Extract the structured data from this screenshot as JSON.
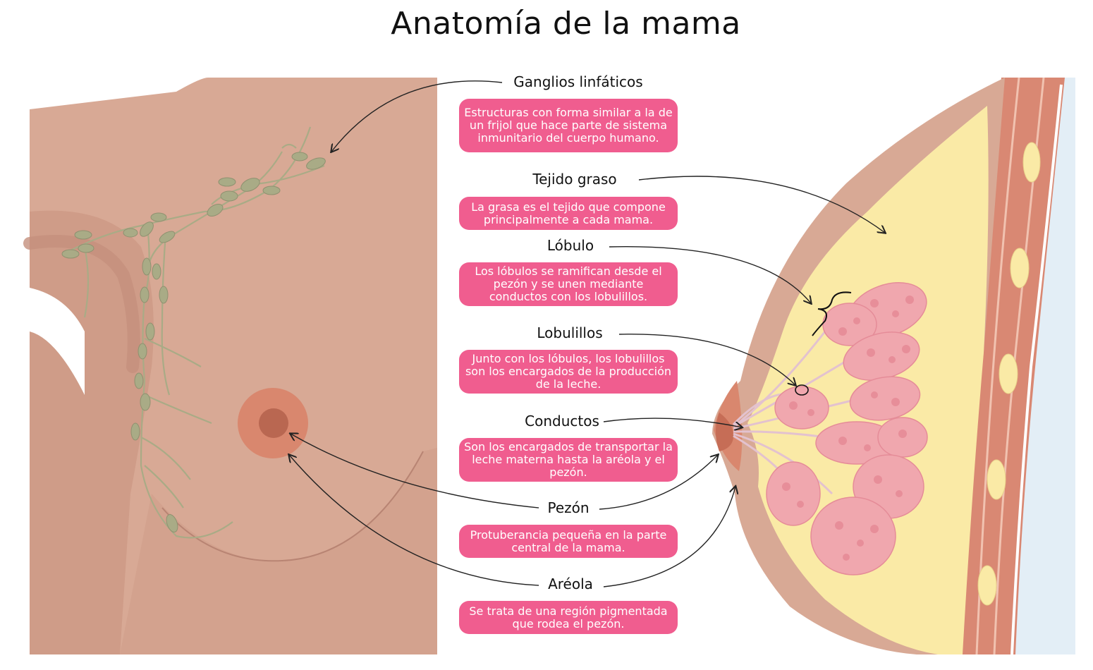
{
  "title": "Anatomía de la mama",
  "labels": [
    {
      "name": "Ganglios linfáticos",
      "desc": "Estructuras con forma similar a la de un frijol que hace parte de sistema inmunitario del cuerpo humano."
    },
    {
      "name": "Tejido graso",
      "desc": "La grasa es el tejido que compone principalmente a cada mama."
    },
    {
      "name": "Lóbulo",
      "desc": "Los lóbulos se ramifican desde el pezón y se unen mediante conductos con los lobulillos."
    },
    {
      "name": "Lobulillos",
      "desc": "Junto con los lóbulos, los lobulillos son los encargados de la producción de la leche."
    },
    {
      "name": "Conductos",
      "desc": "Son los encargados de transportar la leche materna hasta la aréola y el pezón."
    },
    {
      "name": "Pezón",
      "desc": "Protuberancia pequeña en la parte central de la mama."
    },
    {
      "name": "Aréola",
      "desc": "Se trata de una región pigmentada que rodea el pezón."
    }
  ],
  "colors": {
    "skin": "#d8a995",
    "skin_shadow": "#c99684",
    "areola": "#d9876e",
    "nipple": "#b96751",
    "lymph": "#a9ab86",
    "fat": "#faeaa6",
    "lobule": "#f0a7ae",
    "muscle": "#d98873",
    "rib": "#faeaa6",
    "chest_blue": "#e3eef6",
    "pill": "#f05d8f"
  }
}
